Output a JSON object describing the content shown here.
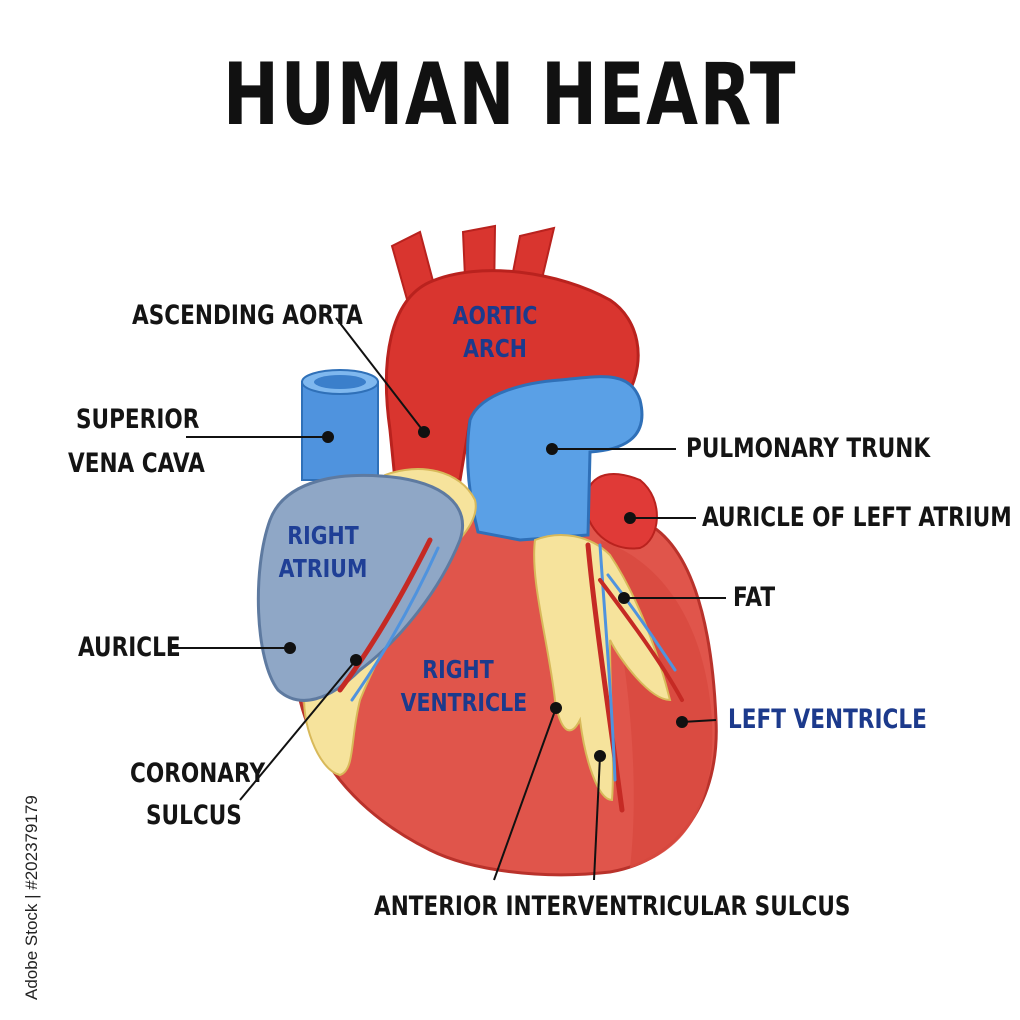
{
  "title": "HUMAN HEART",
  "labels": {
    "ascending_aorta": "ASCENDING AORTA",
    "superior_vena_cava_1": "SUPERIOR",
    "superior_vena_cava_2": "VENA CAVA",
    "auricle": "AURICLE",
    "coronary_sulcus_1": "CORONARY",
    "coronary_sulcus_2": "SULCUS",
    "pulmonary_trunk": "PULMONARY TRUNK",
    "auricle_left_atrium": "AURICLE OF LEFT ATRIUM",
    "fat": "FAT",
    "left_ventricle": "LEFT VENTRICLE",
    "anterior_sulcus": "ANTERIOR  INTERVENTRICULAR  SULCUS"
  },
  "regions": {
    "aortic_arch_1": "AORTIC",
    "aortic_arch_2": "ARCH",
    "right_atrium_1": "RIGHT",
    "right_atrium_2": "ATRIUM",
    "right_ventricle_1": "RIGHT",
    "right_ventricle_2": "VENTRICLE"
  },
  "credit": "Adobe Stock | #202379179",
  "colors": {
    "heart_red": "#e0554b",
    "aorta_red": "#d9352f",
    "vein_blue": "#4f93de",
    "atrium_gray": "#8fa7c6",
    "fat_yellow": "#f6e39c",
    "label_blue": "#1c3a8c"
  }
}
